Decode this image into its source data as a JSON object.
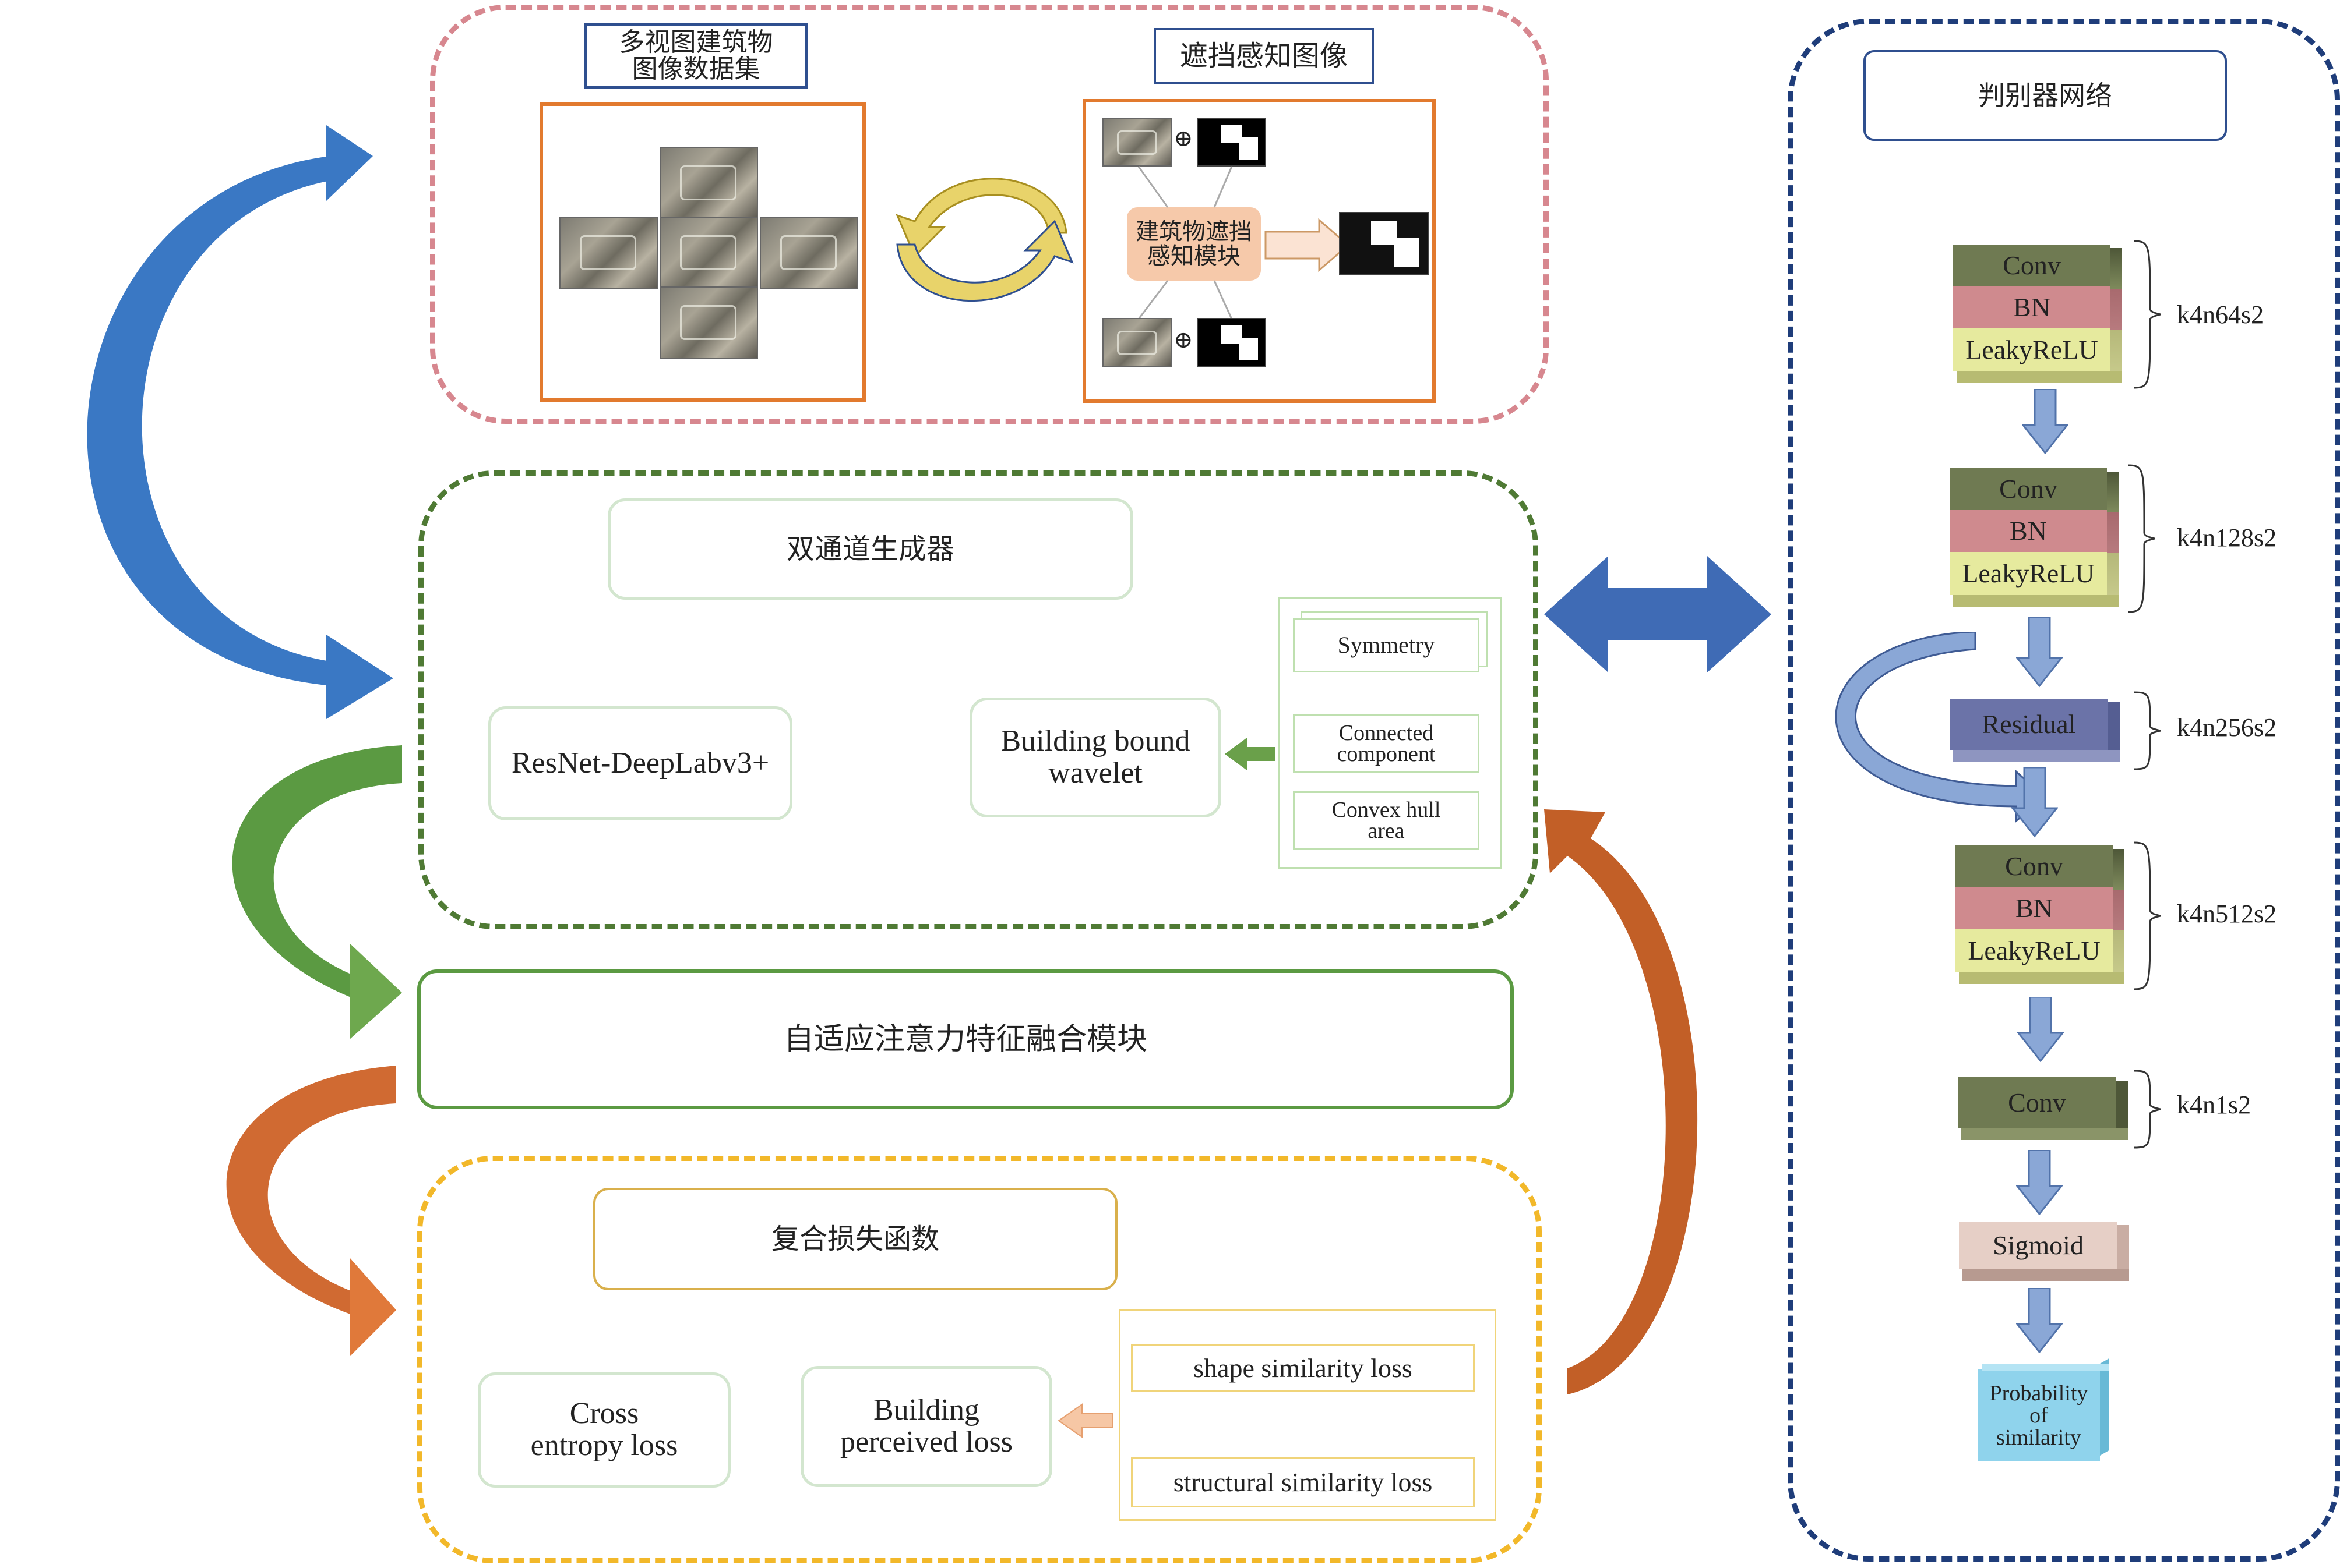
{
  "top_module": {
    "dataset_title": "多视图建筑物\n图像数据集",
    "occlusion_title": "遮挡感知图像",
    "occlusion_module": "建筑物遮挡\n感知模块",
    "plus_symbol": "⊕"
  },
  "generator": {
    "title": "双通道生成器",
    "resnet": "ResNet-DeepLabv3+",
    "bound": "Building bound\nwavelet",
    "features": [
      "Symmetry",
      "Connected\ncomponent",
      "Convex hull\narea"
    ]
  },
  "fusion": {
    "title": "自适应注意力特征融合模块"
  },
  "loss": {
    "title": "复合损失函数",
    "cross": "Cross\nentropy loss",
    "perceived": "Building\nperceived loss",
    "items": [
      "shape similarity loss",
      "structural similarity loss"
    ]
  },
  "discriminator": {
    "title": "判别器网络",
    "conv": "Conv",
    "bn": "BN",
    "leaky": "LeakyReLU",
    "residual": "Residual",
    "sigmoid": "Sigmoid",
    "probability": "Probability\nof\nsimilarity",
    "layer_labels": [
      "k4n64s2",
      "k4n128s2",
      "k4n256s2",
      "k4n512s2",
      "k4n1s2"
    ]
  },
  "colors": {
    "pink_border": "#d7878f",
    "green_border": "#4f7a34",
    "yellow_border": "#f2b82a",
    "blue_border": "#1f3d7a",
    "conv": "#6f7a52",
    "bn": "#cf8a8e",
    "leaky": "#e6ea9e",
    "residual": "#6b73a8",
    "sigmoid": "#e6cfc6",
    "prob": "#8fd3ec",
    "arrow_blue": "#8aa7d6"
  }
}
